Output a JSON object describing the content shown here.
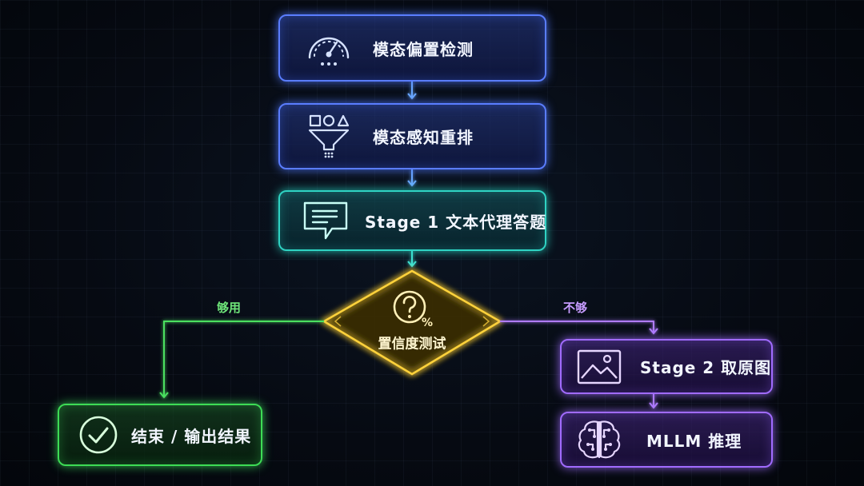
{
  "nodes": {
    "modal_bias": {
      "label": "模态偏置检测",
      "icon": "gauge-icon"
    },
    "modal_rerank": {
      "label": "模态感知重排",
      "icon": "funnel-filter-icon"
    },
    "stage1": {
      "label": "Stage 1 文本代理答题",
      "icon": "chat-bubble-icon"
    },
    "confidence": {
      "label": "置信度测试",
      "icon": "question-percent-icon"
    },
    "end": {
      "label": "结束 / 输出结果",
      "icon": "check-circle-icon"
    },
    "stage2": {
      "label": "Stage 2 取原图",
      "icon": "image-icon"
    },
    "mllm": {
      "label": "MLLM 推理",
      "icon": "brain-circuit-icon"
    }
  },
  "branches": {
    "enough": "够用",
    "not_enough": "不够"
  },
  "colors": {
    "blue": "#5a7dff",
    "teal": "#2fd3c3",
    "yellow": "#ffd23a",
    "green": "#3ddc55",
    "purple": "#a16bff"
  }
}
